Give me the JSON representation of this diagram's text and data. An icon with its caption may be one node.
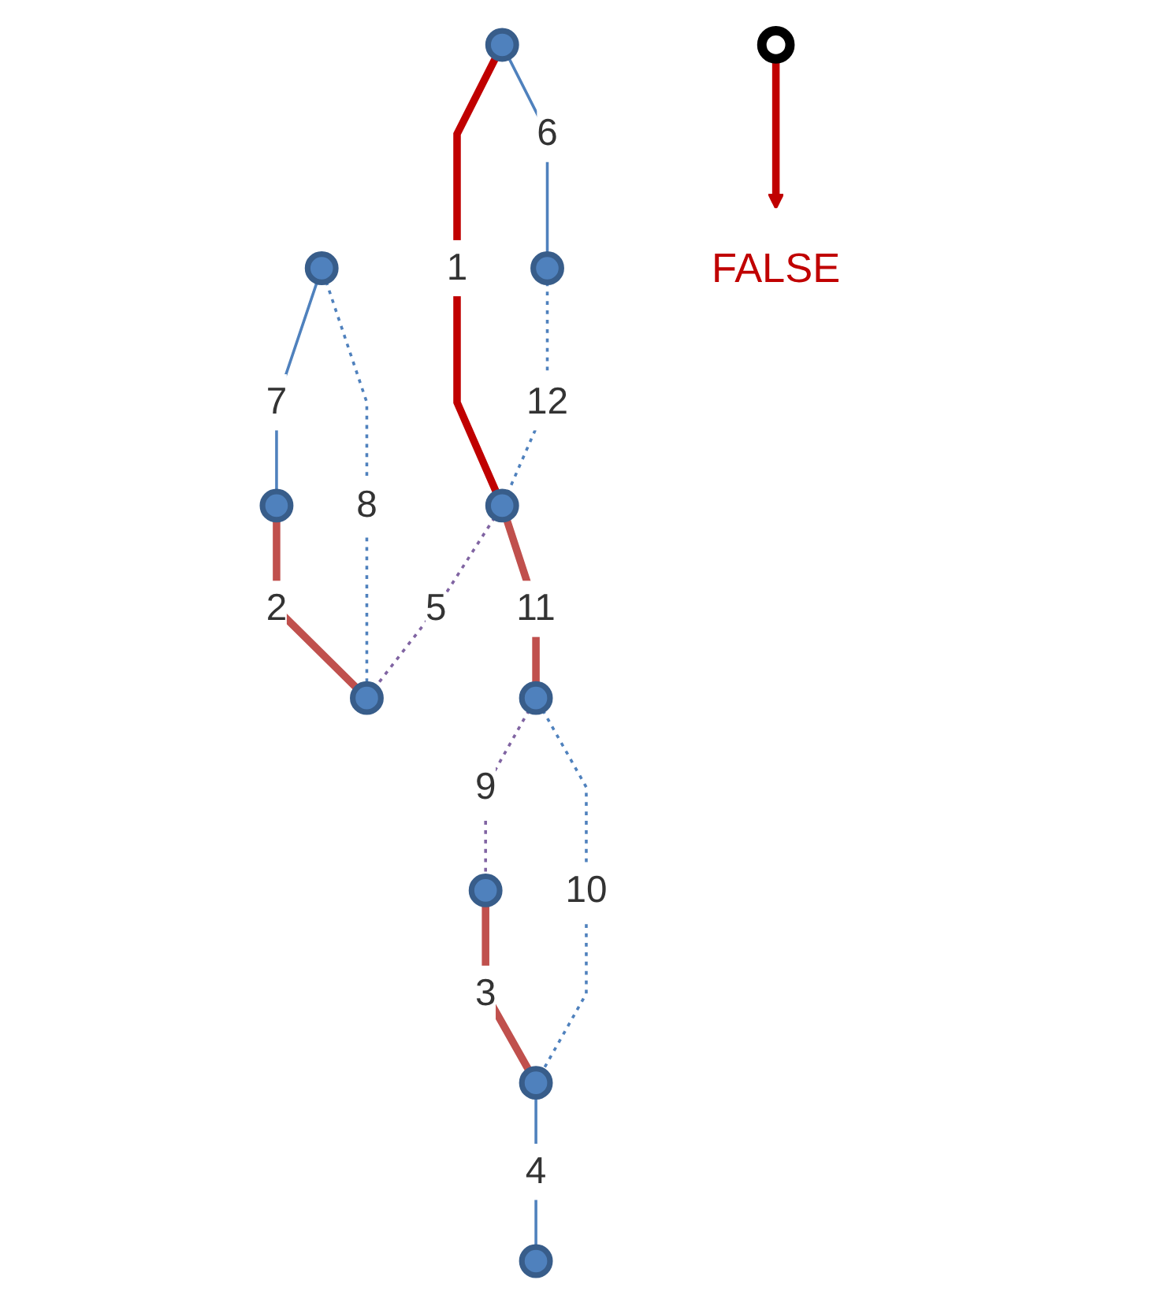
{
  "diagram": {
    "nodes": [
      {
        "text": [],
        "shape": "circle"
      },
      {
        "text": [],
        "shape": "circle"
      },
      {
        "text": [],
        "shape": "circle"
      },
      {
        "text": [],
        "shape": "circle"
      },
      {
        "text": [],
        "shape": "circle"
      },
      {
        "text": [],
        "shape": "circle"
      },
      {
        "text": [],
        "shape": "prohibition"
      },
      {
        "text": [
          "FALSE"
        ]
      },
      {
        "text": [],
        "shape": "circle"
      },
      {
        "text": [],
        "shape": "circle"
      },
      {
        "text": [],
        "shape": "circle"
      },
      {
        "text": [],
        "shape": "circle"
      }
    ],
    "edges": [
      {
        "from": 0,
        "to": 4,
        "arrow": "none",
        "label": "1",
        "style": "thick",
        "color": "#c00000"
      },
      {
        "from": 3,
        "to": 5,
        "arrow": "none",
        "label": "2",
        "style": "thick",
        "color": "#c0504d"
      },
      {
        "from": 9,
        "to": 10,
        "arrow": "none",
        "label": "3",
        "style": "thick",
        "color": "#c0504d"
      },
      {
        "from": 10,
        "to": 11,
        "arrow": "none",
        "label": "4"
      },
      {
        "from": 4,
        "to": 5,
        "arrow": "none",
        "label": "5",
        "style": "dashed",
        "color": "#8064a2"
      },
      {
        "from": 0,
        "to": 2,
        "arrow": "none",
        "label": "6"
      },
      {
        "from": 1,
        "to": 3,
        "arrow": "none",
        "label": "7"
      },
      {
        "from": 1,
        "to": 5,
        "arrow": "none",
        "label": "8",
        "style": "dashed"
      },
      {
        "from": 8,
        "to": 9,
        "arrow": "none",
        "label": "9",
        "style": "dashed",
        "color": "#8064a2"
      },
      {
        "from": 8,
        "to": 10,
        "arrow": "none",
        "label": "10",
        "style": "dashed"
      },
      {
        "from": 4,
        "to": 8,
        "arrow": "none",
        "label": "11",
        "style": "thick",
        "color": "#c0504d"
      },
      {
        "from": 2,
        "to": 4,
        "arrow": "none",
        "label": "12",
        "style": "dashed"
      },
      {
        "from": 6,
        "to": 7,
        "arrow": "to",
        "style": "thick",
        "color": "#c00000"
      }
    ]
  }
}
